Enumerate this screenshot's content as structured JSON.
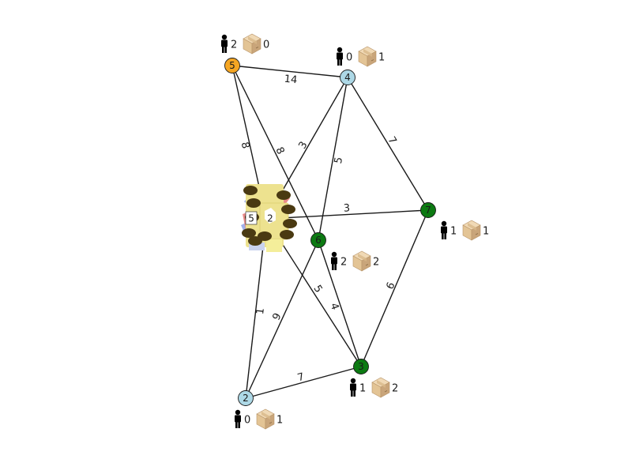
{
  "colors": {
    "orange": "#f5a623",
    "lightblue": "#add8e6",
    "green": "#0c7a12",
    "edge": "#1a1a1a",
    "box_light": "#e9cfa7",
    "box_dark": "#c9a57a",
    "hub_yellow": "#ede28f",
    "hub_blue": "#8fa3e6",
    "hub_pink": "#e98b8b",
    "hub_brown": "#4a3a12"
  },
  "icons": {
    "person": "person-icon",
    "package": "package-box-icon",
    "hub": "vehicle-cluster-icon"
  },
  "nodes": [
    {
      "id": "hub",
      "label": "5",
      "label2": "2",
      "kind": "hub"
    },
    {
      "id": "n2",
      "label": "2",
      "color": "lightblue",
      "people": "0",
      "packages": "1"
    },
    {
      "id": "n3",
      "label": "3",
      "color": "green",
      "people": "1",
      "packages": "2"
    },
    {
      "id": "n4",
      "label": "4",
      "color": "lightblue",
      "people": "0",
      "packages": "1"
    },
    {
      "id": "n5",
      "label": "5",
      "color": "orange",
      "people": "2",
      "packages": "0"
    },
    {
      "id": "n6",
      "label": "6",
      "color": "green",
      "people": "2",
      "packages": "2"
    },
    {
      "id": "n7",
      "label": "7",
      "color": "green",
      "people": "1",
      "packages": "1"
    }
  ],
  "edges": [
    {
      "from": "n5",
      "to": "n4",
      "weight": "14"
    },
    {
      "from": "n5",
      "to": "hub",
      "weight": "8"
    },
    {
      "from": "n5",
      "to": "n6",
      "weight": "8"
    },
    {
      "from": "n4",
      "to": "hub",
      "weight": "3"
    },
    {
      "from": "n4",
      "to": "n6",
      "weight": "5"
    },
    {
      "from": "n4",
      "to": "n7",
      "weight": "7"
    },
    {
      "from": "hub",
      "to": "n7",
      "weight": "3"
    },
    {
      "from": "hub",
      "to": "n2",
      "weight": "1"
    },
    {
      "from": "hub",
      "to": "n3",
      "weight": "5"
    },
    {
      "from": "n6",
      "to": "n2",
      "weight": "9"
    },
    {
      "from": "n6",
      "to": "n3",
      "weight": "4"
    },
    {
      "from": "n7",
      "to": "n3",
      "weight": "6"
    },
    {
      "from": "n2",
      "to": "n3",
      "weight": "7"
    }
  ]
}
